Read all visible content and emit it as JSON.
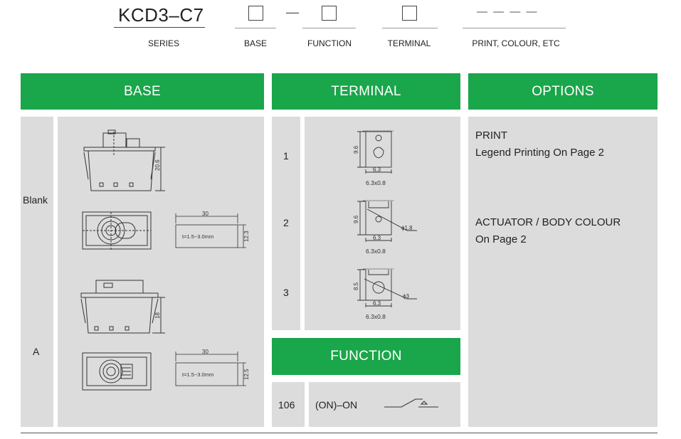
{
  "code": {
    "series_value": "KCD3–C7",
    "dash": "—",
    "print_dashes": "— — — —",
    "labels": {
      "series": "SERIES",
      "base": "BASE",
      "function": "FUNCTION",
      "terminal": "TERMINAL",
      "print": "PRINT, COLOUR, ETC"
    }
  },
  "base": {
    "header": "BASE",
    "rows": [
      {
        "label": "Blank",
        "height_dim": "20.6",
        "width_dim": "30",
        "thickness": "t=1.5~3.0mm",
        "depth_dim": "12.3"
      },
      {
        "label": "A",
        "height_dim": "18",
        "width_dim": "30",
        "thickness": "t=1.5~3.0mm",
        "depth_dim": "12.5"
      }
    ]
  },
  "terminal": {
    "header": "TERMINAL",
    "rows": [
      {
        "num": "1",
        "height": "9.6",
        "width": "6.3",
        "size": "6.3x0.8",
        "hole": ""
      },
      {
        "num": "2",
        "height": "9.6",
        "width": "6.3",
        "size": "6.3x0.8",
        "hole": "ϕ1.8"
      },
      {
        "num": "3",
        "height": "8.5",
        "width": "6.3",
        "size": "6.3x0.8",
        "hole": "ϕ3"
      }
    ]
  },
  "function": {
    "header": "FUNCTION",
    "code": "106",
    "name": "(ON)–ON"
  },
  "options": {
    "header": "OPTIONS",
    "print_title": "PRINT",
    "print_text": "Legend Printing On Page 2",
    "colour_title": "ACTUATOR / BODY COLOUR",
    "colour_text": "On Page 2"
  }
}
